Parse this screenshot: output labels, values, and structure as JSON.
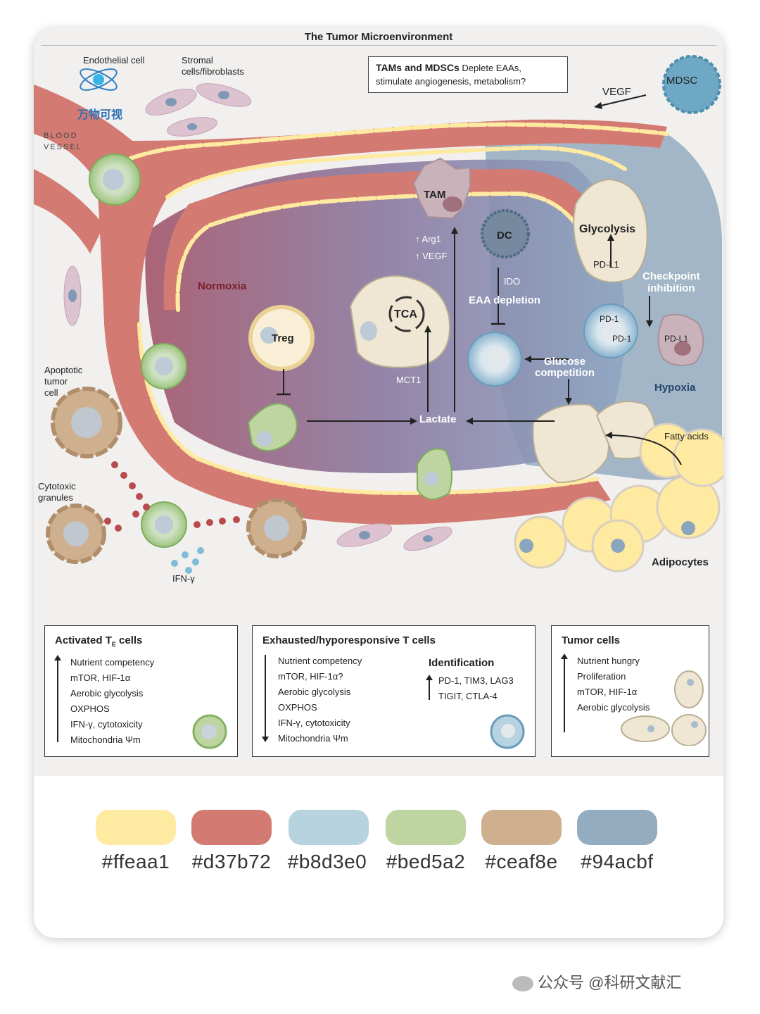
{
  "figure": {
    "title": "The Tumor Microenvironment",
    "callout_title": "TAMs and MDSCs",
    "callout_text_1": "Deplete EAAs,",
    "callout_text_2": "stimulate angiogenesis, metabolism?",
    "labels": {
      "endothelial": "Endothelial cell",
      "stromal_1": "Stromal",
      "stromal_2": "cells/fibroblasts",
      "blood_1": "BLOOD",
      "blood_2": "VESSEL",
      "mdsc": "MDSC",
      "vegf": "VEGF",
      "tam": "TAM",
      "dc": "DC",
      "arg1": "Arg1",
      "vegf2": "VEGF",
      "glycolysis": "Glycolysis",
      "pdl1_top": "PD-L1",
      "checkpoint_1": "Checkpoint",
      "checkpoint_2": "inhibition",
      "normoxia": "Normoxia",
      "tca": "TCA",
      "ido": "IDO",
      "eaa": "EAA depletion",
      "treg": "Treg",
      "pd1_a": "PD-1",
      "pd1_b": "PD-1",
      "pdl1_b": "PD-L1",
      "glucose_1": "Glucose",
      "glucose_2": "competition",
      "hypoxia": "Hypoxia",
      "mct1": "MCT1",
      "lactate": "Lactate",
      "fatty": "Fatty acids",
      "apoptotic_1": "Apoptotic",
      "apoptotic_2": "tumor",
      "apoptotic_3": "cell",
      "cytotoxic_1": "Cytotoxic",
      "cytotoxic_2": "granules",
      "ifn": "IFN-γ",
      "adipocytes": "Adipocytes",
      "brand": "万物可视"
    }
  },
  "legend": {
    "activated": {
      "title": "Activated T",
      "title_sub": "E",
      "title_rest": " cells",
      "items": [
        "Nutrient competency",
        "mTOR, HIF-1α",
        "Aerobic glycolysis",
        "OXPHOS",
        "IFN-γ, cytotoxicity",
        "Mitochondria Ψm"
      ]
    },
    "exhausted": {
      "title": "Exhausted/hyporesponsive T cells",
      "items": [
        "Nutrient competency",
        "mTOR, HIF-1α?",
        "Aerobic glycolysis",
        "OXPHOS",
        "IFN-γ, cytotoxicity",
        "Mitochondria Ψm"
      ],
      "ident_title": "Identification",
      "ident_items": [
        "PD-1, TIM3, LAG3",
        "TIGIT, CTLA-4"
      ]
    },
    "tumor": {
      "title": "Tumor cells",
      "items": [
        "Nutrient hungry",
        "Proliferation",
        "mTOR, HIF-1α",
        "Aerobic glycolysis"
      ]
    }
  },
  "palette": [
    {
      "hex": "#ffeaa1",
      "label": "#ffeaa1"
    },
    {
      "hex": "#d37b72",
      "label": "#d37b72"
    },
    {
      "hex": "#b8d3e0",
      "label": "#b8d3e0"
    },
    {
      "hex": "#bed5a2",
      "label": "#bed5a2"
    },
    {
      "hex": "#ceaf8e",
      "label": "#ceaf8e"
    },
    {
      "hex": "#94acbf",
      "label": "#94acbf"
    }
  ],
  "watermark": "公众号 @科研文献汇"
}
